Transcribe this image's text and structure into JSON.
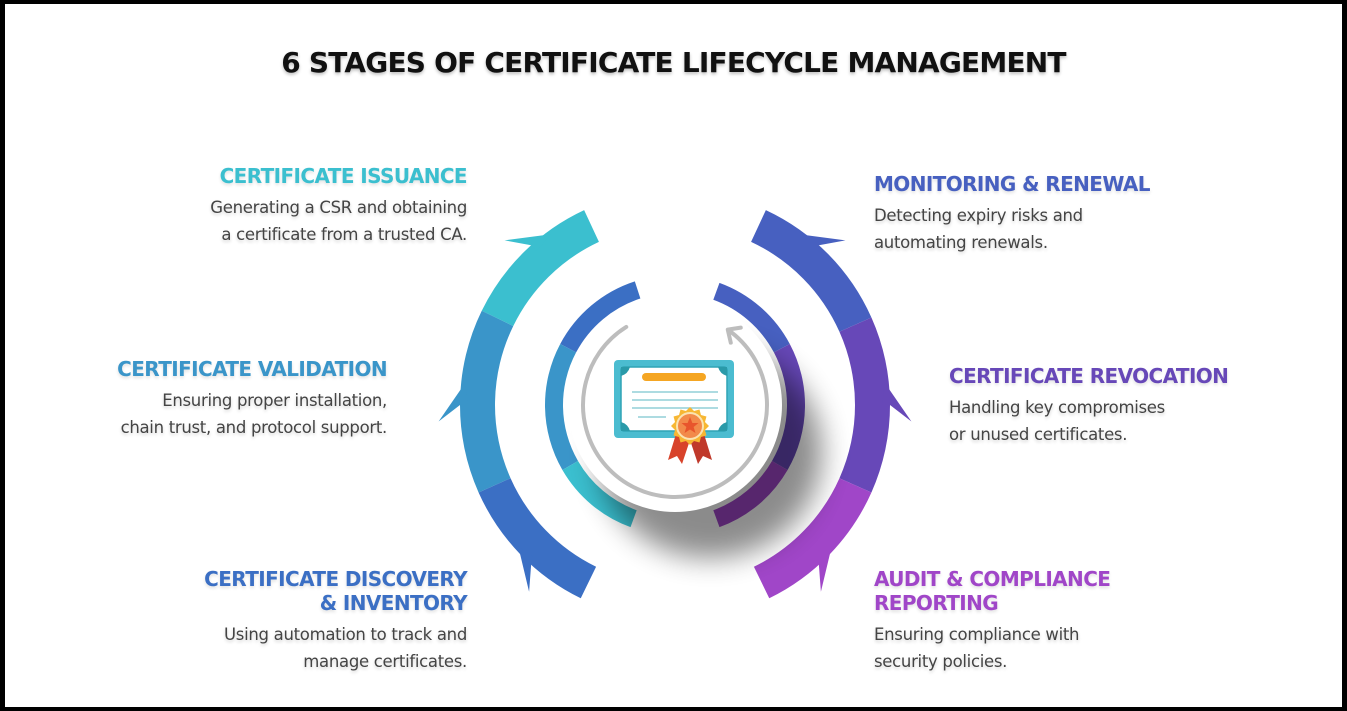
{
  "title": "6 STAGES OF CERTIFICATE LIFECYCLE MANAGEMENT",
  "stages": [
    {
      "title": "CERTIFICATE ISSUANCE",
      "desc_lines": [
        "Generating a CSR and obtaining",
        "a certificate from a trusted CA."
      ],
      "color": "#3bbfcf"
    },
    {
      "title": "CERTIFICATE VALIDATION",
      "desc_lines": [
        "Ensuring proper installation,",
        "chain trust, and protocol support."
      ],
      "color": "#3a95c9"
    },
    {
      "title_lines": [
        "CERTIFICATE DISCOVERY",
        "& INVENTORY"
      ],
      "desc_lines": [
        "Using automation to track and",
        "manage certificates."
      ],
      "color": "#3b6fc4"
    },
    {
      "title": "MONITORING & RENEWAL",
      "desc_lines": [
        "Detecting expiry risks and",
        "automating renewals."
      ],
      "color": "#4760c0"
    },
    {
      "title": "CERTIFICATE REVOCATION",
      "desc_lines": [
        "Handling key compromises",
        "or unused certificates."
      ],
      "color": "#6748b8"
    },
    {
      "title_lines": [
        "AUDIT & COMPLIANCE",
        "REPORTING"
      ],
      "desc_lines": [
        "Ensuring compliance with",
        "security policies."
      ],
      "color": "#a046c8"
    }
  ],
  "center_icon": "certificate-icon",
  "cycle_icon": "circular-arrow-icon"
}
